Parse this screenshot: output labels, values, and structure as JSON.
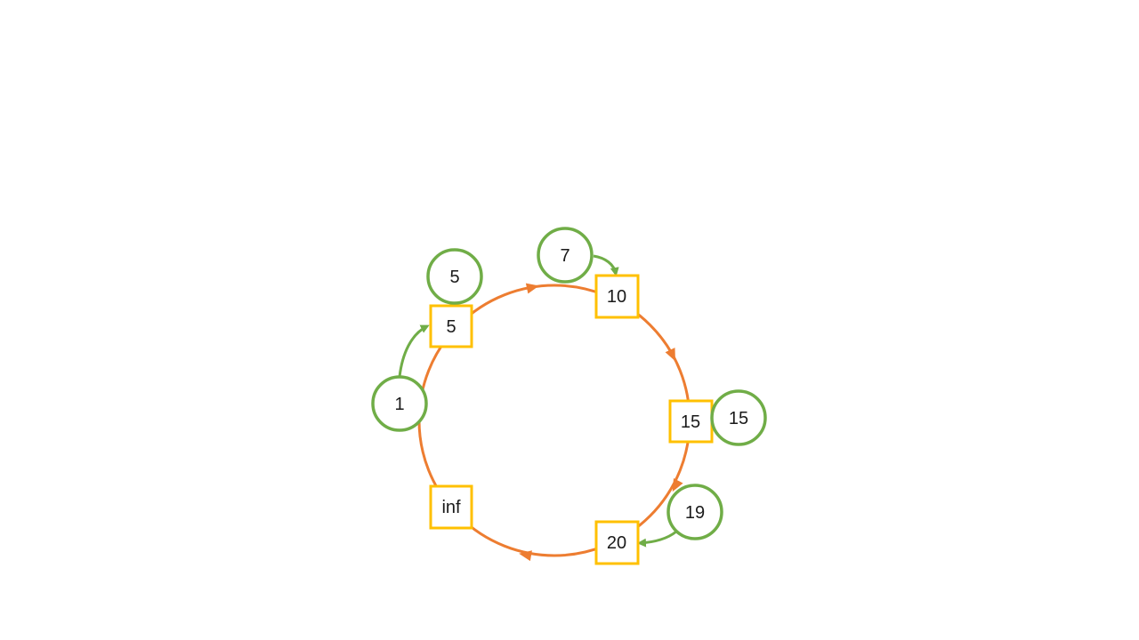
{
  "colors": {
    "ring": "#ED7D31",
    "server_border": "#FFC000",
    "key_border": "#70AD47",
    "pointer_arrow": "#70AD47",
    "text": "#1a1a1a",
    "background": "#ffffff"
  },
  "servers": [
    {
      "id": "s5",
      "label": "5"
    },
    {
      "id": "s10",
      "label": "10"
    },
    {
      "id": "s15",
      "label": "15"
    },
    {
      "id": "s20",
      "label": "20"
    },
    {
      "id": "sinf",
      "label": "inf"
    }
  ],
  "keys": [
    {
      "id": "k5",
      "label": "5"
    },
    {
      "id": "k7",
      "label": "7"
    },
    {
      "id": "k15",
      "label": "15"
    },
    {
      "id": "k19",
      "label": "19"
    },
    {
      "id": "k1",
      "label": "1"
    }
  ]
}
